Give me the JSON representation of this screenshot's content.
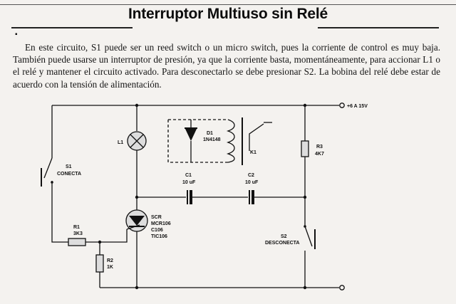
{
  "article": {
    "title": "Interruptor Multiuso sin Relé",
    "body": "En  este circuito, S1 puede ser un reed  switch o un micro switch, pues la corriente de control es muy baja. También puede usarse un interruptor de presión, ya que la corriente basta, momentáneamente, para accionar L1 o el relé y mantener el circuito activado. Para desconectarlo se debe presionar S2. La bobina del relé debe estar de acuerdo con la tensión de alimentación."
  },
  "schematic": {
    "supply": "+6 A 15V",
    "s1": {
      "ref": "S1",
      "name": "CONECTA"
    },
    "s2": {
      "ref": "S2",
      "name": "DESCONECTA"
    },
    "l1": {
      "ref": "L1"
    },
    "d1": {
      "ref": "D1",
      "value": "1N4148"
    },
    "k1": {
      "ref": "K1"
    },
    "r1": {
      "ref": "R1",
      "value": "3K3"
    },
    "r2": {
      "ref": "R2",
      "value": "1K"
    },
    "r3": {
      "ref": "R3",
      "value": "4K7"
    },
    "c1": {
      "ref": "C1",
      "value": "10 uF"
    },
    "c2": {
      "ref": "C2",
      "value": "10 uF"
    },
    "scr": {
      "ref": "SCR",
      "parts": [
        "MCR106",
        "C106",
        "TIC106"
      ]
    }
  }
}
